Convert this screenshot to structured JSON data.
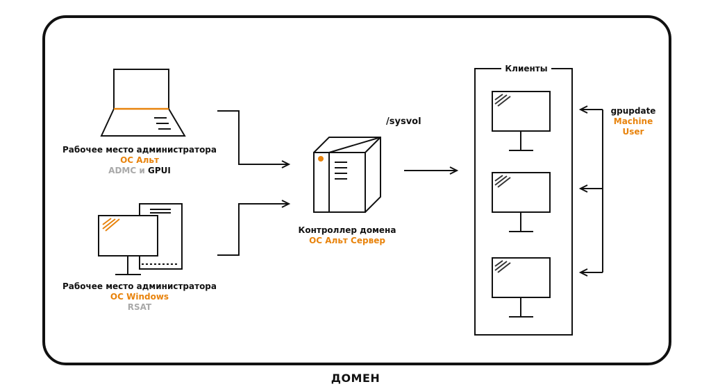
{
  "domain": {
    "title": "ДОМЕН"
  },
  "admin_linux": {
    "title": "Рабочее место администратора",
    "os": "ОС Альт",
    "tools_a": "ADMC",
    "tools_and": "и",
    "tools_b": "GPUI"
  },
  "admin_windows": {
    "title": "Рабочее место администратора",
    "os": "ОС Windows",
    "tools": "RSAT"
  },
  "controller": {
    "title": "Контроллер домена",
    "os": "ОС Альт Сервер",
    "share": "/sysvol"
  },
  "clients": {
    "title": "Клиенты",
    "count": 3
  },
  "gpupdate": {
    "command": "gpupdate",
    "target_machine": "Machine",
    "target_user": "User"
  },
  "colors": {
    "accent": "#e8830c",
    "muted": "#a9a9a9",
    "line": "#111111"
  }
}
